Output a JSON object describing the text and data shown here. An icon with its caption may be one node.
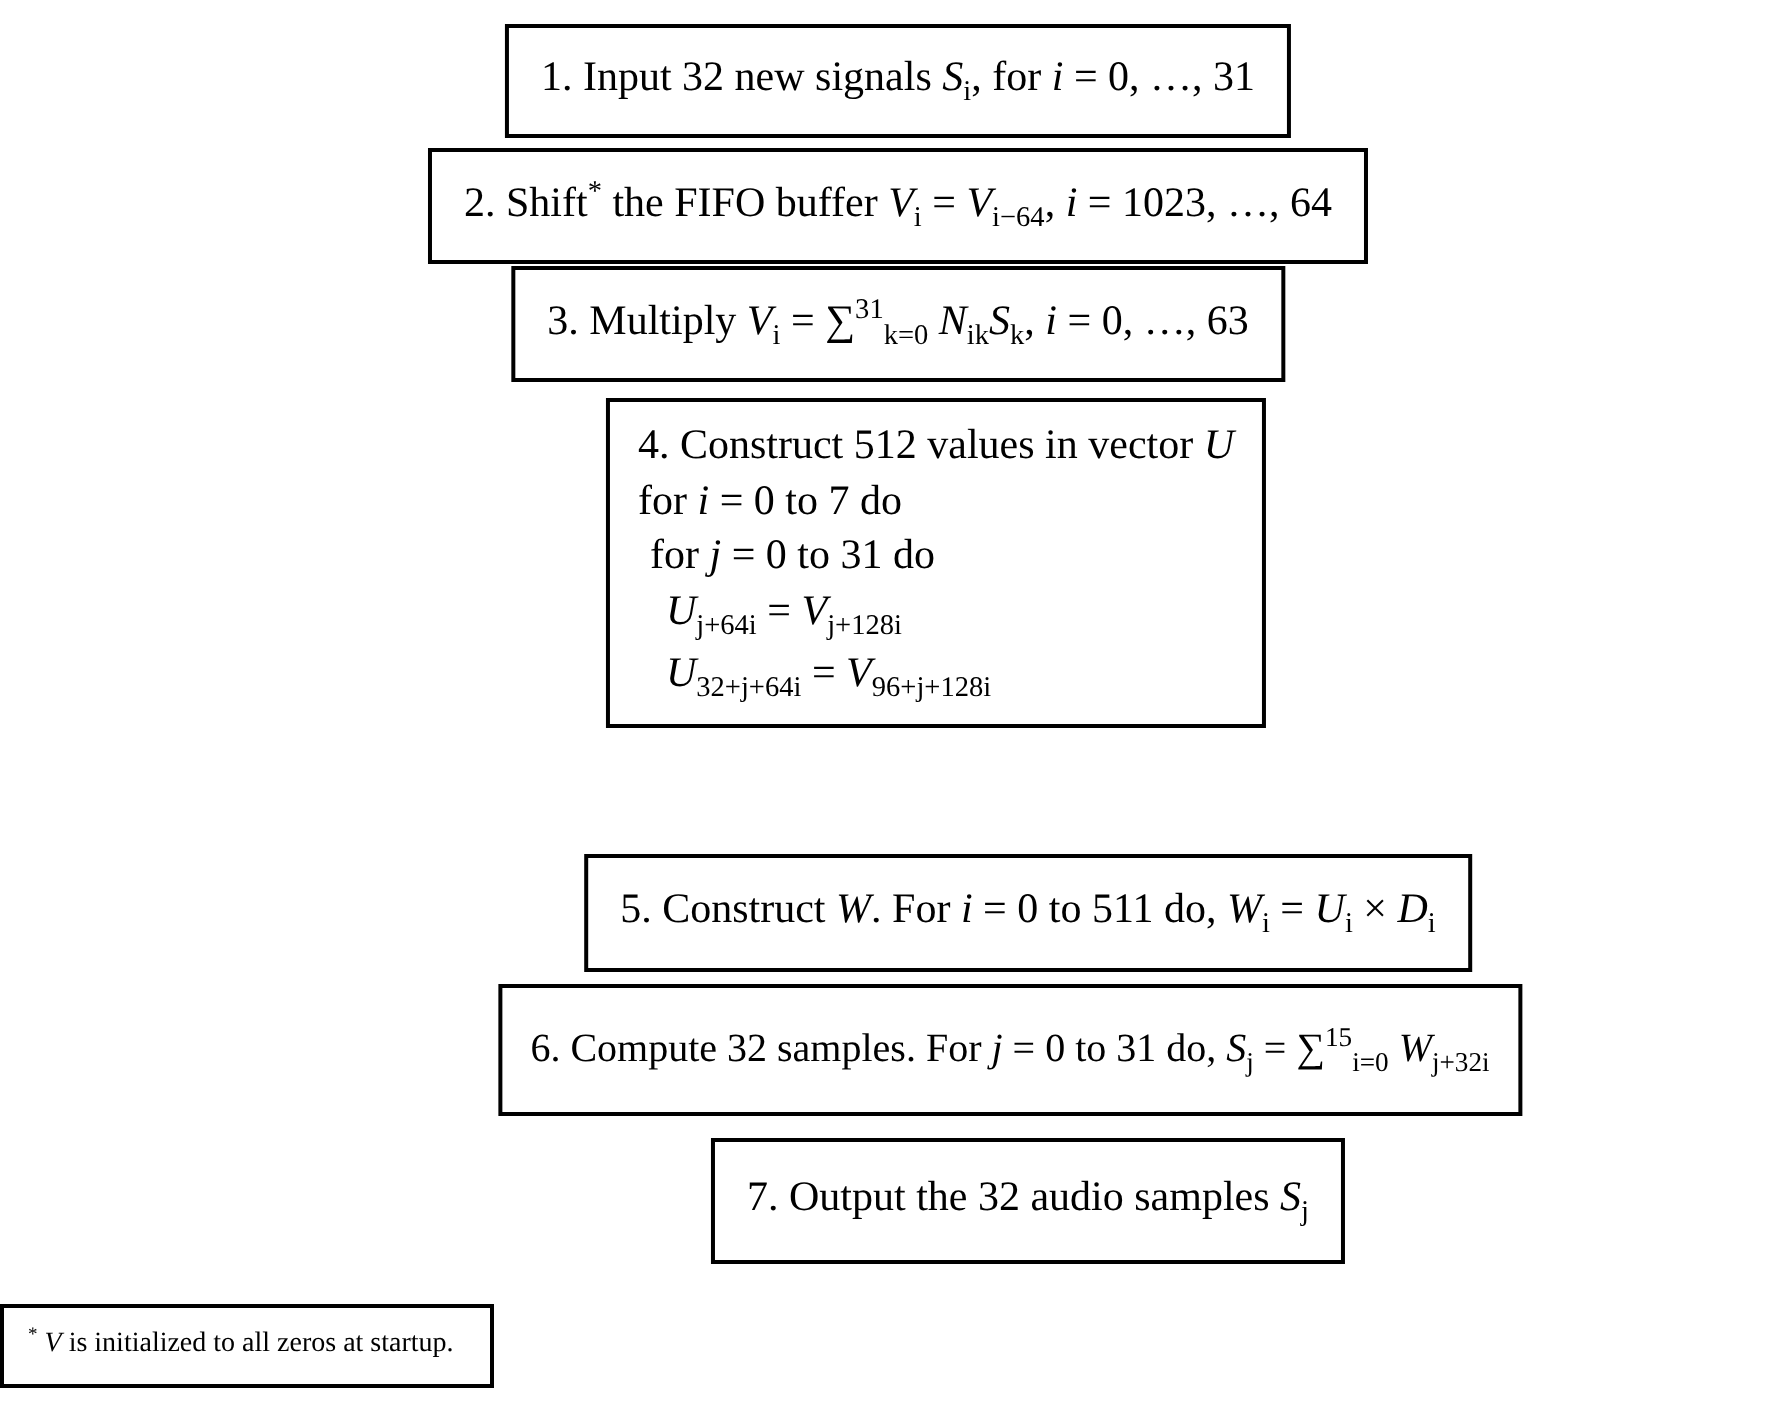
{
  "diagram": {
    "nodes": [
      {
        "text": [
          "1. Input 32 new signals *S*$_{i}$, for *i* = 0, …, 31"
        ]
      },
      {
        "text": [
          "2. Shift$^{*}$ the FIFO buffer *V*$_{i}$ = *V*$_{i−64}$, *i* = 1023, …, 64"
        ]
      },
      {
        "text": [
          "3. Multiply *V*$_{i}$ = ∑$^{31}$$_{k=0}$ *N*$_{ik}$*S*$_{k}$, *i* = 0, …, 63"
        ]
      },
      {
        "text": [
          "4. Construct 512 values in vector *U*",
          "for *i* = 0 to 7 do",
          "for *j* = 0 to 31 do",
          "*U*$_{j+64i}$ = *V*$_{j+128i}$",
          "*U*$_{32+j+64i}$ = *V*$_{96+j+128i}$"
        ]
      },
      {
        "text": [
          "5. Construct *W*. For *i* = 0 to 511 do, *W*$_{i}$ = *U*$_{i}$ × *D*$_{i}$"
        ]
      },
      {
        "text": [
          "6. Compute 32 samples. For *j* = 0 to 31 do, *S*$_{j}$ = ∑$^{15}$$_{i=0}$ *W*$_{j+32i}$"
        ]
      },
      {
        "text": [
          "7. Output the 32 audio samples *S*$_{j}$"
        ]
      },
      {
        "text": [
          "$^{*}$ *V* is initialized to all zeros at startup."
        ]
      }
    ]
  }
}
